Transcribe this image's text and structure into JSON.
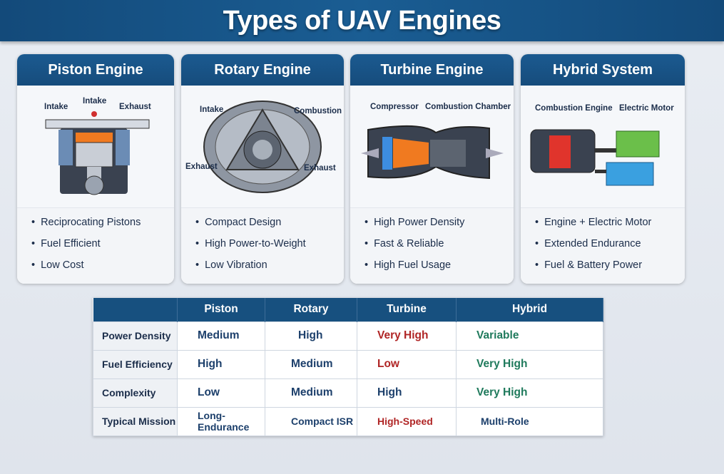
{
  "title": "Types of UAV Engines",
  "cards": [
    {
      "name": "Piston Engine",
      "labels": [
        "Intake",
        "Intake",
        "Exhaust"
      ],
      "bullets": [
        "Reciprocating Pistons",
        "Fuel Efficient",
        "Low Cost"
      ]
    },
    {
      "name": "Rotary Engine",
      "labels": [
        "Intake",
        "Combustion",
        "Exhaust",
        "Exhaust"
      ],
      "bullets": [
        "Compact Design",
        "High Power-to-Weight",
        "Low Vibration"
      ]
    },
    {
      "name": "Turbine Engine",
      "labels": [
        "Compressor",
        "Combustion Chamber"
      ],
      "bullets": [
        "High Power Density",
        "Fast & Reliable",
        "High Fuel Usage"
      ]
    },
    {
      "name": "Hybrid System",
      "labels": [
        "Combustion Engine",
        "Electric Motor"
      ],
      "bullets": [
        "Engine + Electric Motor",
        "Extended Endurance",
        "Fuel & Battery Power"
      ]
    }
  ],
  "table": {
    "headers": [
      "",
      "Piston",
      "Rotary",
      "Turbine",
      "Hybrid"
    ],
    "rows": [
      {
        "label": "Power Density",
        "values": [
          "Medium",
          "High",
          "Very High",
          "Variable"
        ]
      },
      {
        "label": "Fuel Efficiency",
        "values": [
          "High",
          "Medium",
          "Low",
          "Very High"
        ]
      },
      {
        "label": "Complexity",
        "values": [
          "Low",
          "Medium",
          "High",
          "Very High"
        ]
      },
      {
        "label": "Typical Mission",
        "values": [
          "Long-Endurance",
          "Compact ISR",
          "High-Speed",
          "Multi-Role"
        ]
      }
    ]
  },
  "colors": {
    "header": "#17507f",
    "negative": "#b02525",
    "positive": "#1f7a5c",
    "text": "#1c3f6b"
  }
}
